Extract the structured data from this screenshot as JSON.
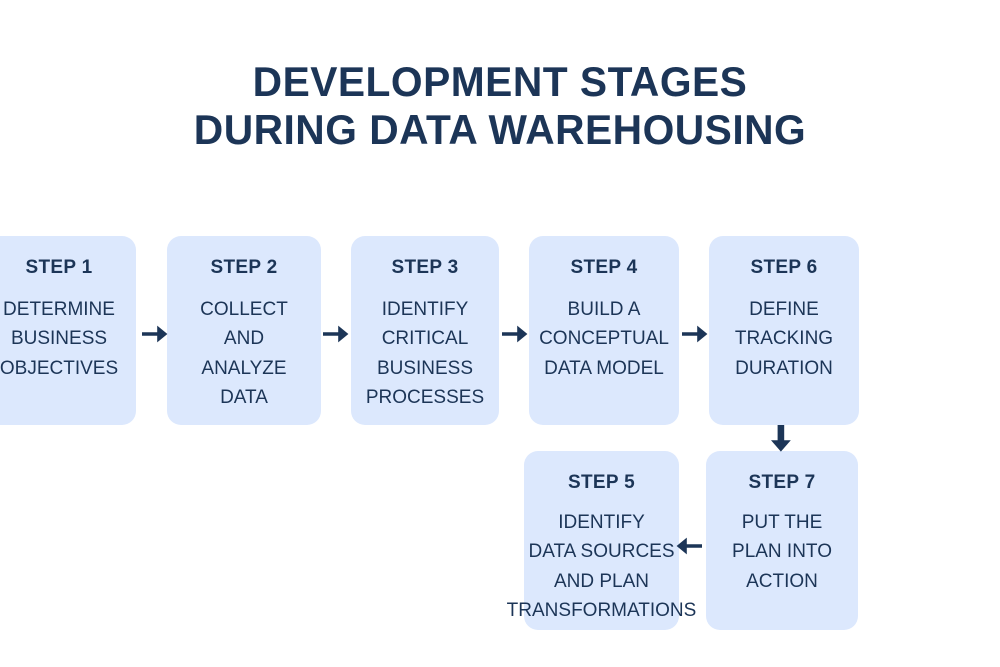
{
  "title": {
    "line1": "DEVELOPMENT STAGES",
    "line2": "DURING DATA WAREHOUSING"
  },
  "colors": {
    "box_fill": "#dce8fd",
    "text_navy": "#1c3557",
    "arrow_navy": "#1c3557",
    "background": "#ffffff"
  },
  "steps": [
    {
      "label": "STEP 1",
      "lines": [
        "DETERMINE",
        "BUSINESS",
        "OBJECTIVES"
      ]
    },
    {
      "label": "STEP 2",
      "lines": [
        "COLLECT",
        "AND",
        "ANALYZE",
        "DATA"
      ]
    },
    {
      "label": "STEP 3",
      "lines": [
        "IDENTIFY",
        "CRITICAL",
        "BUSINESS",
        "PROCESSES"
      ]
    },
    {
      "label": "STEP 4",
      "lines": [
        "BUILD A",
        "CONCEPTUAL",
        "DATA MODEL"
      ]
    },
    {
      "label": "STEP 6",
      "lines": [
        "DEFINE",
        "TRACKING",
        "DURATION"
      ]
    },
    {
      "label": "STEP 7",
      "lines": [
        "PUT THE",
        "PLAN INTO",
        "ACTION"
      ]
    },
    {
      "label": "STEP 5",
      "lines": [
        "IDENTIFY",
        "DATA SOURCES",
        "AND PLAN",
        "TRANSFORMATIONS"
      ]
    }
  ],
  "arrows": [
    {
      "name": "arrow-step1-to-step2",
      "direction": "right"
    },
    {
      "name": "arrow-step2-to-step3",
      "direction": "right"
    },
    {
      "name": "arrow-step3-to-step4",
      "direction": "right"
    },
    {
      "name": "arrow-step4-to-step6",
      "direction": "right"
    },
    {
      "name": "arrow-step6-to-step7",
      "direction": "down"
    },
    {
      "name": "arrow-step7-to-step5",
      "direction": "left"
    }
  ]
}
